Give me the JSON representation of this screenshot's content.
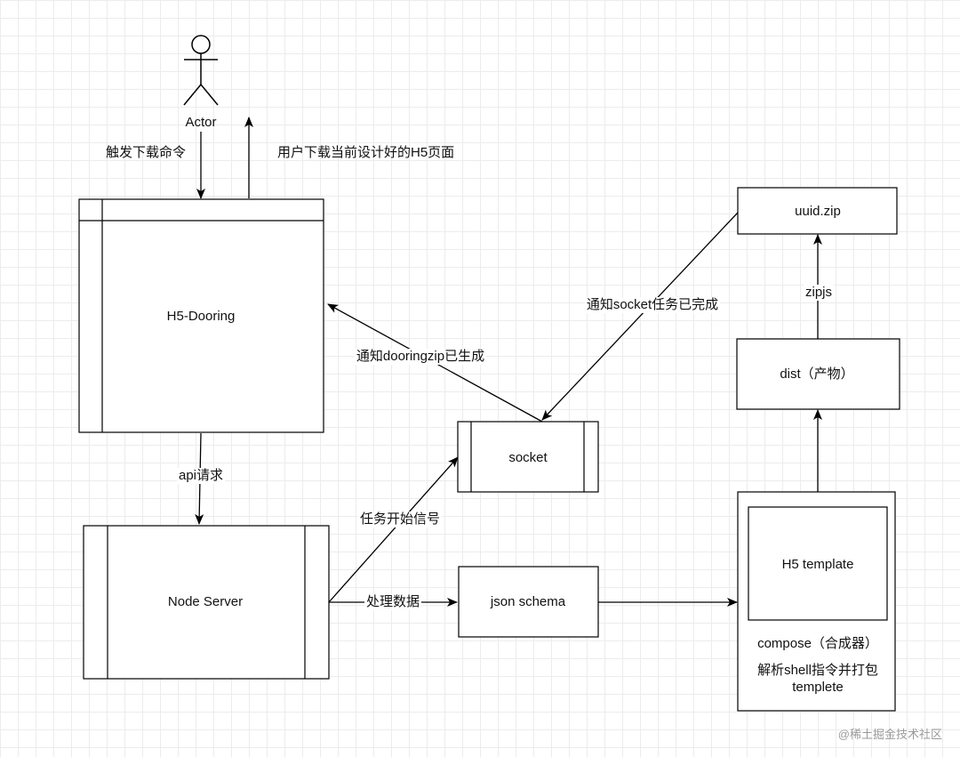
{
  "actor": {
    "label": "Actor"
  },
  "arrows": {
    "trigger_download": "触发下载命令",
    "user_download": "用户下载当前设计好的H5页面",
    "api_request": "api请求",
    "notify_zip_generated": "通知dooringzip已生成",
    "notify_socket_done": "通知socket任务已完成",
    "task_start_signal": "任务开始信号",
    "process_data": "处理数据",
    "zipjs": "zipjs"
  },
  "nodes": {
    "h5_dooring": "H5-Dooring",
    "node_server": "Node Server",
    "socket": "socket",
    "json_schema": "json schema",
    "uuid_zip": "uuid.zip",
    "dist": "dist（产物）",
    "h5_template": "H5 template",
    "compose_title": "compose（合成器）",
    "compose_desc": "解析shell指令并打包templete"
  },
  "watermark": "@稀土掘金技术社区"
}
